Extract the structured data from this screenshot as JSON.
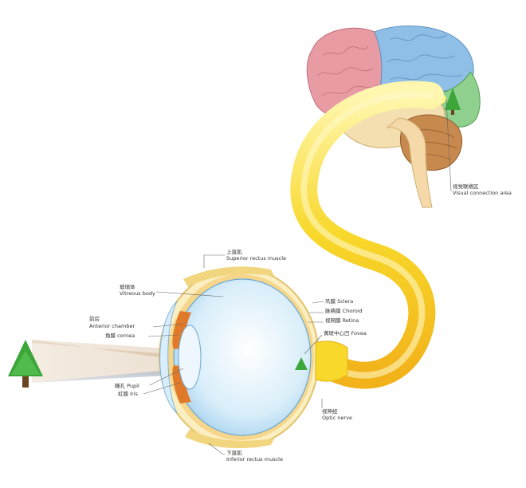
{
  "labels": {
    "visual_area_cn": "视觉联络区",
    "visual_area_en": "Visual connection area",
    "superior_cn": "上直肌",
    "superior_en": "Superior rectus muscle",
    "vitreous_cn": "玻璃体",
    "vitreous_en": "Vitreous body",
    "anterior_cn": "前房",
    "anterior_en": "Anterior chamber",
    "cornea": "角膜 cornea",
    "pupil": "瞳孔 Pupil",
    "iris": "虹膜 Iris",
    "sclera": "巩膜 Sclera",
    "choroid": "脉络膜 Choroid",
    "retina": "视网膜 Retina",
    "fovea": "黄斑中心凹 Fovea",
    "optic_cn": "视神经",
    "optic_en": "Optic nerve",
    "inferior_cn": "下直肌",
    "inferior_en": "Inferior rectus muscle"
  },
  "colors": {
    "frontal_lobe": "#e99ba4",
    "parietal_lobe": "#8fbfe6",
    "occipital_lobe": "#8fd08e",
    "temporal_lobe": "#f4dfb0",
    "cerebellum": "#c7894e",
    "optic_pathway": "#f7d21e",
    "eyeball": "#cfe8f7",
    "tree": "#3da63a"
  }
}
